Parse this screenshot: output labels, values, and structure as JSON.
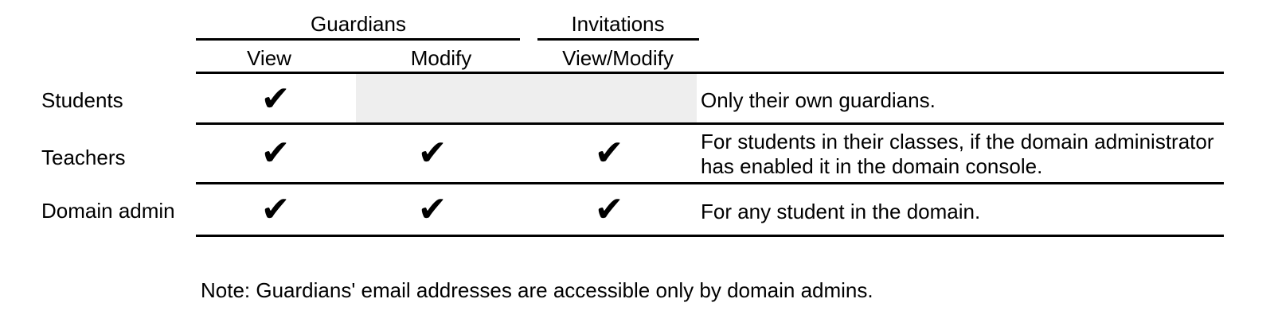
{
  "colors": {
    "background": "#ffffff",
    "rule_line": "#000000",
    "text": "#000000",
    "shaded_cell": "#eeeeee"
  },
  "check_glyph": "✔",
  "table": {
    "group_headers": [
      {
        "label": "Guardians",
        "spans": [
          "View",
          "Modify"
        ]
      },
      {
        "label": "Invitations",
        "spans": [
          "View/Modify"
        ]
      }
    ],
    "column_headers": [
      {
        "label": "View"
      },
      {
        "label": "Modify"
      },
      {
        "label": "View/Modify"
      }
    ],
    "rows": [
      {
        "label": "Students",
        "guardians_view": true,
        "guardians_modify": false,
        "invitations_view_modify": false,
        "shaded": true,
        "note": "Only their own guardians."
      },
      {
        "label": "Teachers",
        "guardians_view": true,
        "guardians_modify": true,
        "invitations_view_modify": true,
        "shaded": false,
        "note": "For students in their classes, if the domain administrator has enabled it in the domain console."
      },
      {
        "label": "Domain admin",
        "guardians_view": true,
        "guardians_modify": true,
        "invitations_view_modify": true,
        "shaded": false,
        "note": "For any student in the domain."
      }
    ]
  },
  "footnote": "Note: Guardians' email addresses are accessible only by domain admins."
}
